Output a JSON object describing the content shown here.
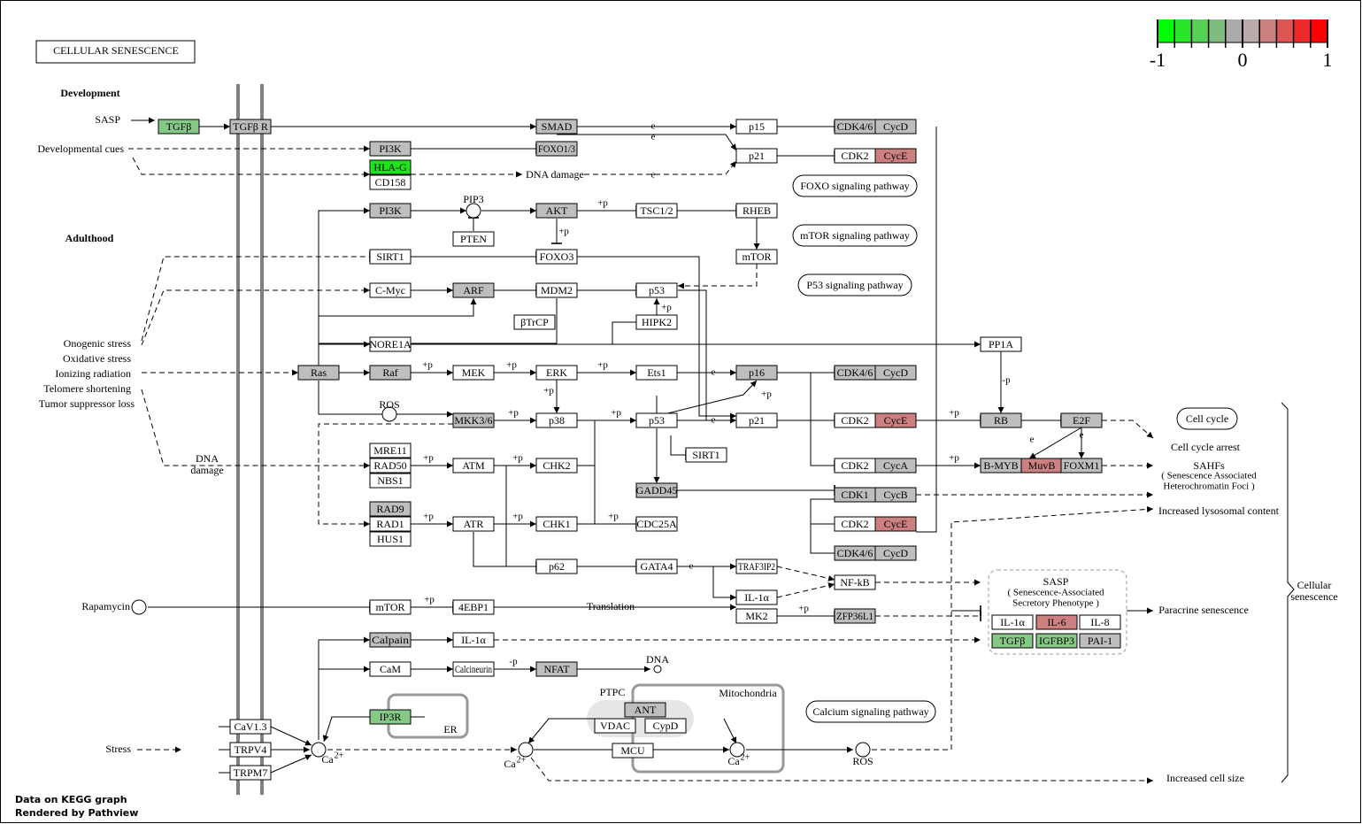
{
  "diagram": {
    "title": "CELLULAR  SENESCENCE",
    "sections": {
      "development": "Development",
      "adulthood": "Adulthood"
    },
    "legend": {
      "min": "-1",
      "mid": "0",
      "max": "1",
      "colors": [
        "#00ff00",
        "#2ae62a",
        "#55d155",
        "#80bb80",
        "#aaaaaa",
        "#bbaaaa",
        "#cc8080",
        "#dd5555",
        "#ee2a2a",
        "#ff0000"
      ]
    },
    "footer": {
      "line1": "Data on KEGG graph",
      "line2": "Rendered by  Pathview"
    },
    "colors": {
      "none": "#ffffff",
      "gray": "#bebebe",
      "green": "#1ae61a",
      "lightgreen": "#86c886",
      "salmon": "#cc8080"
    },
    "inputs": {
      "sasp": "SASP",
      "dev_cues": "Developmental  cues",
      "oncogenic": "Onogenic stress",
      "oxidative": "Oxidative stress",
      "ionizing": "Ionizing radiation",
      "telomere": "Telomere shortening",
      "tumor": "Tumor suppressor loss",
      "dna_damage": "DNA\ndamage",
      "rapamycin": "Rapamycin",
      "stress": "Stress"
    },
    "genes": {
      "tgfb": "TGFβ",
      "tgfbr": "TGFβ R",
      "smad": "SMAD",
      "pi3k_a": "PI3K",
      "foxo13": "FOXO1/3",
      "hlag": "HLA-G",
      "cd158": "CD158",
      "p15": "p15",
      "cdk46_a": "CDK4/6",
      "cycd_a": "CycD",
      "p21_a": "p21",
      "cdk2_a": "CDK2",
      "cyce_a": "CycE",
      "pi3k_b": "PI3K",
      "akt": "AKT",
      "pten": "PTEN",
      "tsc12": "TSC1/2",
      "rheb": "RHEB",
      "mtor_a": "mTOR",
      "sirt1_a": "SIRT1",
      "foxo3": "FOXO3",
      "cmyc": "C-Myc",
      "arf": "ARF",
      "mdm2": "MDM2",
      "p53_a": "p53",
      "btrcp": "βTrCP",
      "hipk2": "HIPK2",
      "nore1a": "NORE1A",
      "pp1a": "PP1A",
      "ras": "Ras",
      "raf": "Raf",
      "mek": "MEK",
      "erk": "ERK",
      "ets1": "Ets1",
      "p16": "p16",
      "cdk46_b": "CDK4/6",
      "cycd_b": "CycD",
      "mkk36": "MKK3/6",
      "p38": "p38",
      "p53_b": "p53",
      "p21_b": "p21",
      "cdk2_b": "CDK2",
      "cyce_b": "CycE",
      "rb": "RB",
      "e2f": "E2F",
      "mre11": "MRE11",
      "rad50": "RAD50",
      "nbs1": "NBS1",
      "atm": "ATM",
      "chk2": "CHK2",
      "sirt1_b": "SIRT1",
      "cdk2_c": "CDK2",
      "cyca": "CycA",
      "bmyb": "B-MYB",
      "muvb": "MuvB",
      "foxm1": "FOXM1",
      "gadd45": "GADD45",
      "cdk1": "CDK1",
      "cycb": "CycB",
      "rad9": "RAD9",
      "rad1": "RAD1",
      "hus1": "HUS1",
      "atr": "ATR",
      "chk1": "CHK1",
      "cdc25a": "CDC25A",
      "cdk2_d": "CDK2",
      "cyce_c": "CycE",
      "cdk46_c": "CDK4/6",
      "cycd_c": "CycD",
      "p62": "p62",
      "gata4": "GATA4",
      "traf3ip2": "TRAF3IP2",
      "nfkb": "NF-kB",
      "il1a_a": "IL-1α",
      "mtor_b": "mTOR",
      "ebp1": "4EBP1",
      "mk2": "MK2",
      "zfp36l1": "ZFP36L1",
      "calpain": "Calpain",
      "il1a_b": "IL-1α",
      "cam": "CaM",
      "calcineurin": "Calcineurin",
      "nfat": "NFAT",
      "ip3r": "IP3R",
      "cav13": "CaV1.3",
      "trpv4": "TRPV4",
      "trpm7": "TRPM7",
      "ant": "ANT",
      "vdac": "VDAC",
      "cypd": "CypD",
      "mcu": "MCU",
      "il1a_c": "IL-1α",
      "il6": "IL-6",
      "il8": "IL-8",
      "tgfb_b": "TGFβ",
      "igfbp3": "IGFBP3",
      "pai1": "PAI-1"
    },
    "labels": {
      "pip3": "PIP3",
      "dna_damage_mid": "DNA damage",
      "ros_a": "ROS",
      "translation": "Translation",
      "dna": "DNA",
      "er": "ER",
      "ptpc": "PTPC",
      "mito": "Mitochondria",
      "ros_b": "ROS",
      "ca": "Ca",
      "ca_sup": "2+",
      "e": "e",
      "plus_p": "+p",
      "minus_p": "-p"
    },
    "pathways": {
      "foxo": "FOXO signaling pathway",
      "mtor": "mTOR signaling pathway",
      "p53": "P53 signaling pathway",
      "calcium": "Calcium signaling pathway",
      "cellcycle": "Cell cycle"
    },
    "outcomes": {
      "arrest": "Cell cycle arrest",
      "sahfs": "SAHFs",
      "sahfs_sub": "( Senescence Associated\nHeterochromatin Foci )",
      "lyso": "Increased lysosomal content",
      "paracrine": "Paracrine  senescence",
      "cellsize": "Increased cell size",
      "cellular": "Cellular\nsenescence",
      "sasp_title": "SASP",
      "sasp_sub": "( Senescence-Associated\nSecretory Phenotype )"
    }
  }
}
